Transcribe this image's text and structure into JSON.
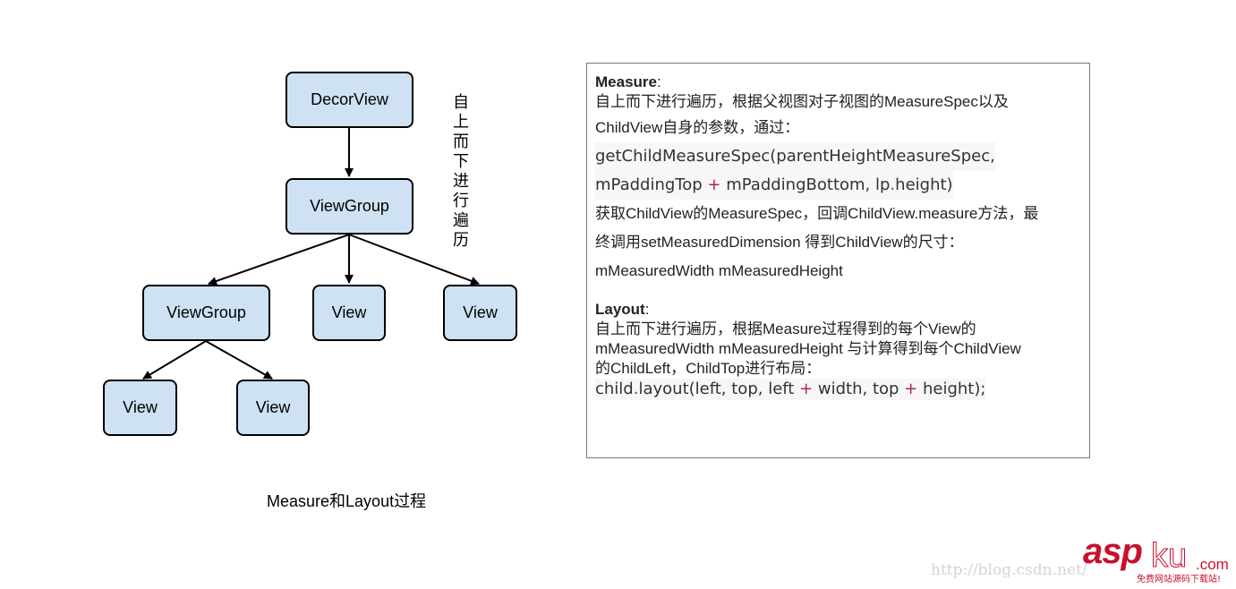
{
  "diagram": {
    "nodes": {
      "decorview": "DecorView",
      "viewgroup_top": "ViewGroup",
      "viewgroup_left": "ViewGroup",
      "view_mid": "View",
      "view_right": "View",
      "view_bottom_left": "View",
      "view_bottom_right": "View"
    },
    "side_note": "自上而下进行遍历",
    "caption": "Measure和Layout过程"
  },
  "panel": {
    "measure": {
      "title": "Measure",
      "colon": ":",
      "line1": "自上而下进行遍历，根据父视图对子视图的MeasureSpec以及",
      "line2": "ChildView自身的参数，通过：",
      "code_a": "getChildMeasureSpec(parentHeightMeasureSpec,",
      "code_b_1": "mPaddingTop ",
      "code_b_op1": "+",
      "code_b_2": " mPaddingBottom, lp",
      "code_b_op2": ".",
      "code_b_3": "height)",
      "line3": "获取ChildView的MeasureSpec，回调ChildView.measure方法，最",
      "line4": "终调用setMeasuredDimension 得到ChildView的尺寸：",
      "line5": "mMeasuredWidth  mMeasuredHeight"
    },
    "layout": {
      "title": "Layout",
      "colon": ":",
      "line1": "自上而下进行遍历，根据Measure过程得到的每个View的",
      "line2": "mMeasuredWidth  mMeasuredHeight 与计算得到每个ChildView",
      "line3": "的ChildLeft，ChildTop进行布局：",
      "code_1": "child",
      "code_op1": ".",
      "code_2": "layout(left, top, left ",
      "code_op2": "+",
      "code_3": " width, top ",
      "code_op3": "+",
      "code_4": " height);"
    }
  },
  "watermark": "http://blog.csdn.net/",
  "logo": {
    "main": "asp",
    "ku": "ku",
    "com": ".com",
    "tagline": "免费网站源码下载站!"
  },
  "colors": {
    "node_fill": "#cfe2f3",
    "code_operator": "#b0245e",
    "logo_red": "#c8102e"
  }
}
